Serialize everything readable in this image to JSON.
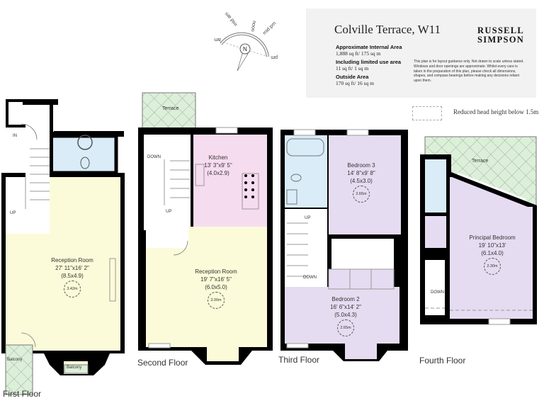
{
  "property": {
    "title": "Colville Terrace, W11",
    "brand_line1": "RUSSELL",
    "brand_line2": "SIMPSON",
    "areas": [
      {
        "heading": "Approximate Internal Area",
        "value": "1,888 sq ft/ 175 sq m"
      },
      {
        "heading": "Including limited use area",
        "value": "11 sq ft/ 1 sq m"
      },
      {
        "heading": "Outside Area",
        "value": "170 sq ft/ 16 sq m"
      }
    ],
    "disclaimer": "This plan is for layout guidance only. Not drawn to scale unless stated. Windows and door openings are approximate. Whilst every care is taken in the preparation of this plan, please check all dimensions, shapes, and compass bearings before making any decisions reliant upon them."
  },
  "legend": {
    "label": "Reduced head height below 1.5m"
  },
  "compass": {
    "labels": [
      "am",
      "mid am",
      "noon",
      "mid pm",
      "pm"
    ],
    "north": "N"
  },
  "colors": {
    "wall": "#000000",
    "reception": "#fbfbd9",
    "kitchen": "#f6dcef",
    "bedroom": "#e6dcf1",
    "bathroom": "#d9ecf8",
    "outdoor": "#dcefd9",
    "info_bg": "#f2f2f2"
  },
  "floors": [
    {
      "name": "First Floor",
      "rooms": [
        {
          "name": "Reception Room",
          "dims_imperial": "27' 11\"x16' 2\"",
          "dims_metric": "(8.5x4.9)",
          "ceiling": "3.42m"
        }
      ],
      "labels": {
        "entry": "IN",
        "stairs": "UP",
        "balcony_left": "Balcony",
        "balcony_front": "Balcony"
      }
    },
    {
      "name": "Second Floor",
      "rooms": [
        {
          "name": "Kitchen",
          "dims_imperial": "13' 3\"x9' 5\"",
          "dims_metric": "(4.0x2.9)"
        },
        {
          "name": "Reception Room",
          "dims_imperial": "19' 7\"x16' 5\"",
          "dims_metric": "(6.0x5.0)",
          "ceiling": "3.00m"
        }
      ],
      "labels": {
        "terrace": "Terrace",
        "stairs_down": "DOWN",
        "stairs_up": "UP"
      }
    },
    {
      "name": "Third Floor",
      "rooms": [
        {
          "name": "Bedroom 3",
          "dims_imperial": "14' 8\"x9' 8\"",
          "dims_metric": "(4.5x3.0)",
          "ceiling": "2.65m"
        },
        {
          "name": "Bedroom 2",
          "dims_imperial": "16' 6\"x14' 2\"",
          "dims_metric": "(5.0x4.3)",
          "ceiling": "2.65m"
        }
      ],
      "labels": {
        "stairs_up": "UP",
        "stairs_down": "DOWN"
      }
    },
    {
      "name": "Fourth Floor",
      "rooms": [
        {
          "name": "Principal Bedroom",
          "dims_imperial": "19' 10\"x13'",
          "dims_metric": "(6.1x4.0)",
          "ceiling": "2.30m"
        }
      ],
      "labels": {
        "terrace": "Terrace",
        "stairs_down": "DOWN"
      }
    }
  ]
}
